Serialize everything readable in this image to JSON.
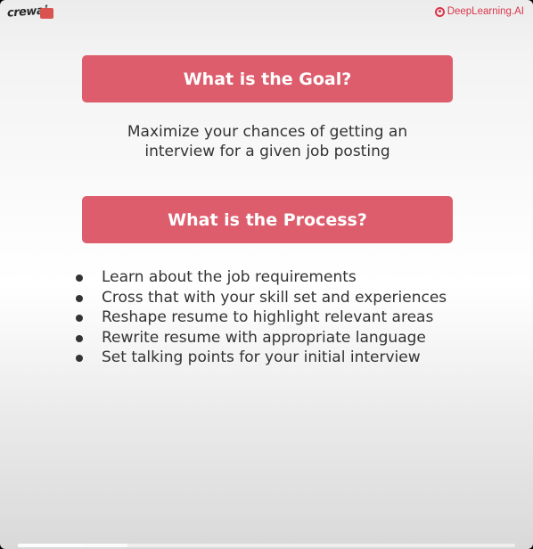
{
  "header": {
    "left_logo": "crewai",
    "right_brand": "DeepLearning.AI",
    "brand_color": "#d9364a"
  },
  "slide": {
    "goal_heading": "What is the Goal?",
    "goal_lines": [
      "Maximize your chances of getting an",
      "interview for a given job posting"
    ],
    "process_heading": "What is the Process?",
    "process_steps": [
      "Learn about the job requirements",
      "Cross that with your skill set and experiences",
      "Reshape resume to highlight relevant areas",
      "Rewrite resume with appropriate language",
      "Set talking points for your initial interview"
    ],
    "accent_color": "#dd5d6d"
  },
  "player": {
    "played_fraction": 0.13,
    "buffered_fraction": 0.22
  }
}
